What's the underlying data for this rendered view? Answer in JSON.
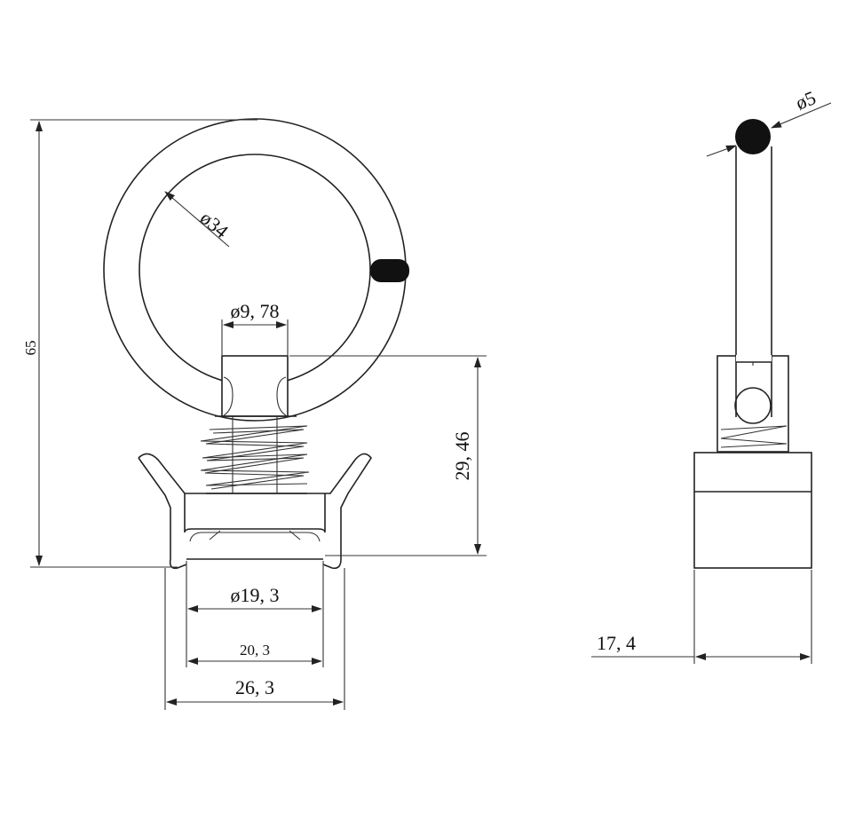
{
  "drawing": {
    "front_view": {
      "overall_height": "65",
      "ring_inner_diameter": "ø34",
      "stud_diameter": "ø9, 78",
      "stud_height": "29, 46",
      "base_inner_diameter": "ø19, 3",
      "base_inner_width": "20, 3",
      "base_outer_width": "26, 3"
    },
    "side_view": {
      "ring_wire_diameter": "ø5",
      "base_thickness": "17, 4"
    }
  }
}
